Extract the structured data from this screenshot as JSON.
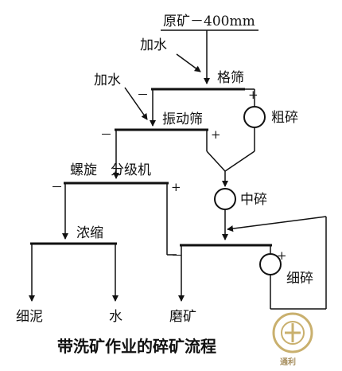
{
  "feed": {
    "label": "原矿－400mm"
  },
  "water_add": {
    "label": "加水"
  },
  "grizzly": {
    "label": "格筛"
  },
  "vibrating_screen": {
    "label": "振动筛"
  },
  "coarse_crush": {
    "label": "粗碎"
  },
  "spiral_classifier": {
    "label": "螺旋　分级机"
  },
  "medium_crush": {
    "label": "中碎"
  },
  "thickening": {
    "label": "浓缩"
  },
  "fine_crush": {
    "label": "细碎"
  },
  "products": {
    "slime": "细泥",
    "water": "水",
    "grinding": "磨矿"
  },
  "signs": {
    "minus": "－",
    "plus": "+"
  },
  "caption": "带洗矿作业的碎矿流程",
  "logo": {
    "text": "通利"
  }
}
